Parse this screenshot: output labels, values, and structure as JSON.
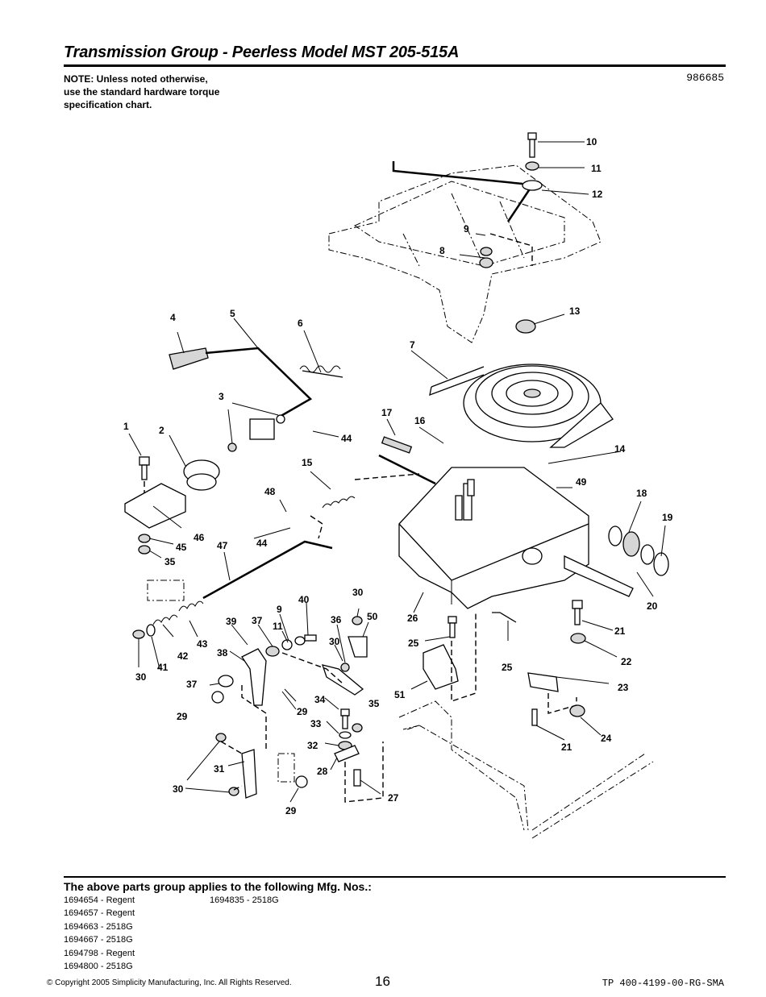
{
  "header": {
    "title": "Transmission Group - Peerless Model MST 205-515A",
    "doc_number": "986685",
    "note_lines": [
      "NOTE: Unless noted otherwise,",
      "use the standard hardware torque",
      "specification chart."
    ]
  },
  "diagram": {
    "callouts": [
      "10",
      "11",
      "12",
      "9",
      "8",
      "13",
      "4",
      "5",
      "6",
      "7",
      "3",
      "44",
      "17",
      "16",
      "1",
      "2",
      "15",
      "14",
      "49",
      "48",
      "18",
      "19",
      "44",
      "46",
      "45",
      "35",
      "47",
      "20",
      "30",
      "39",
      "37",
      "9",
      "40",
      "36",
      "50",
      "26",
      "21",
      "42",
      "43",
      "30",
      "41",
      "38",
      "11",
      "30",
      "25",
      "25",
      "22",
      "37",
      "29",
      "34",
      "35",
      "23",
      "51",
      "33",
      "29",
      "32",
      "24",
      "21",
      "28",
      "27",
      "31",
      "30",
      "29"
    ]
  },
  "footer": {
    "applies_heading": "The above parts group applies to the following Mfg. Nos.:",
    "mfg_col1": [
      "1694654 - Regent",
      "1694657 - Regent",
      "1694663 - 2518G",
      "1694667 - 2518G",
      "1694798 - Regent",
      "1694800 - 2518G"
    ],
    "mfg_col2": [
      "1694835 - 2518G"
    ],
    "copyright": "© Copyright 2005 Simplicity Manufacturing, Inc. All Rights Reserved.",
    "page_number": "16",
    "tp_code": "TP 400-4199-00-RG-SMA"
  }
}
